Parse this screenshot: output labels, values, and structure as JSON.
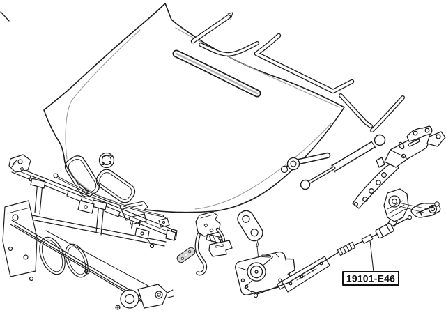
{
  "diagram": {
    "kind": "exploded-parts-diagram",
    "subject": "hood-bonnet-assembly",
    "callout": {
      "part_number": "19101-E46"
    },
    "colors": {
      "background": "#ffffff",
      "line": "#1c1c1c",
      "shade": "#9b9b9b",
      "seal_core": "#b5b5b5",
      "plate_fill": "#d8d8d8"
    },
    "parts": [
      "hood-panel",
      "kidney-grille-openings",
      "bmw-roundel-emblem",
      "hood-seal-strips",
      "hood-release-rod",
      "front-support-panel",
      "hood-prop-rod",
      "gas-strut",
      "hood-hinge-upper",
      "hood-hinge-lower",
      "safety-catch",
      "latch-striker",
      "hood-latch",
      "latch-mounting-plate",
      "release-cable"
    ]
  }
}
